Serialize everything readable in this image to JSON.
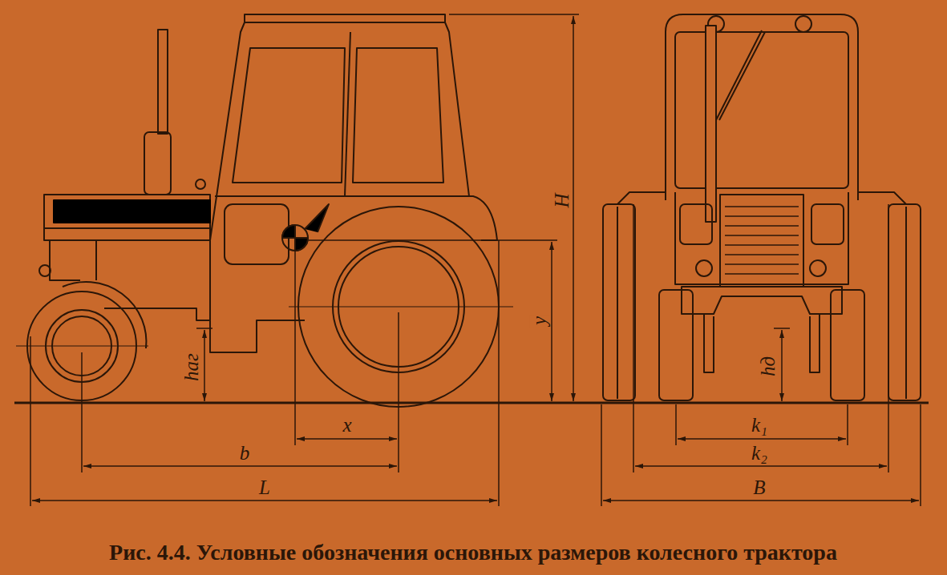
{
  "diagram": {
    "caption": "Рис. 4.4. Условные обозначения основных размеров колесного трактора",
    "labels": [
      "H",
      "y",
      "hаг",
      "x",
      "b",
      "L",
      "hд",
      "k₁",
      "k₂",
      "B"
    ]
  }
}
